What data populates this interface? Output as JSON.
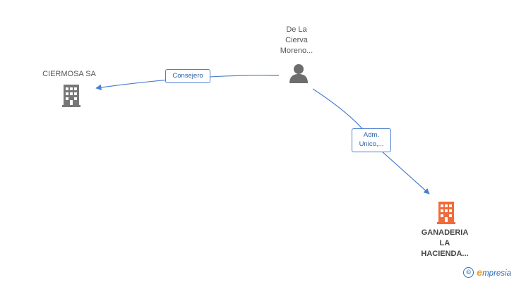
{
  "nodes": {
    "person": {
      "label": "De La\nCierva\nMoreno..."
    },
    "ciermosa": {
      "label": "CIERMOSA SA"
    },
    "ganaderia": {
      "label": "GANADERIA\nLA\nHACIENDA..."
    }
  },
  "edges": {
    "consejero": {
      "label": "Consejero"
    },
    "adm": {
      "label": "Adm.\nUnico,..."
    }
  },
  "footer": {
    "copyright": "©",
    "brand_first": "e",
    "brand_rest": "mpresia"
  },
  "colors": {
    "edge": "#4a7fd0",
    "company_icon": "#777777",
    "highlight_company_icon": "#ef6b3a",
    "person_icon": "#6d6d6d"
  }
}
